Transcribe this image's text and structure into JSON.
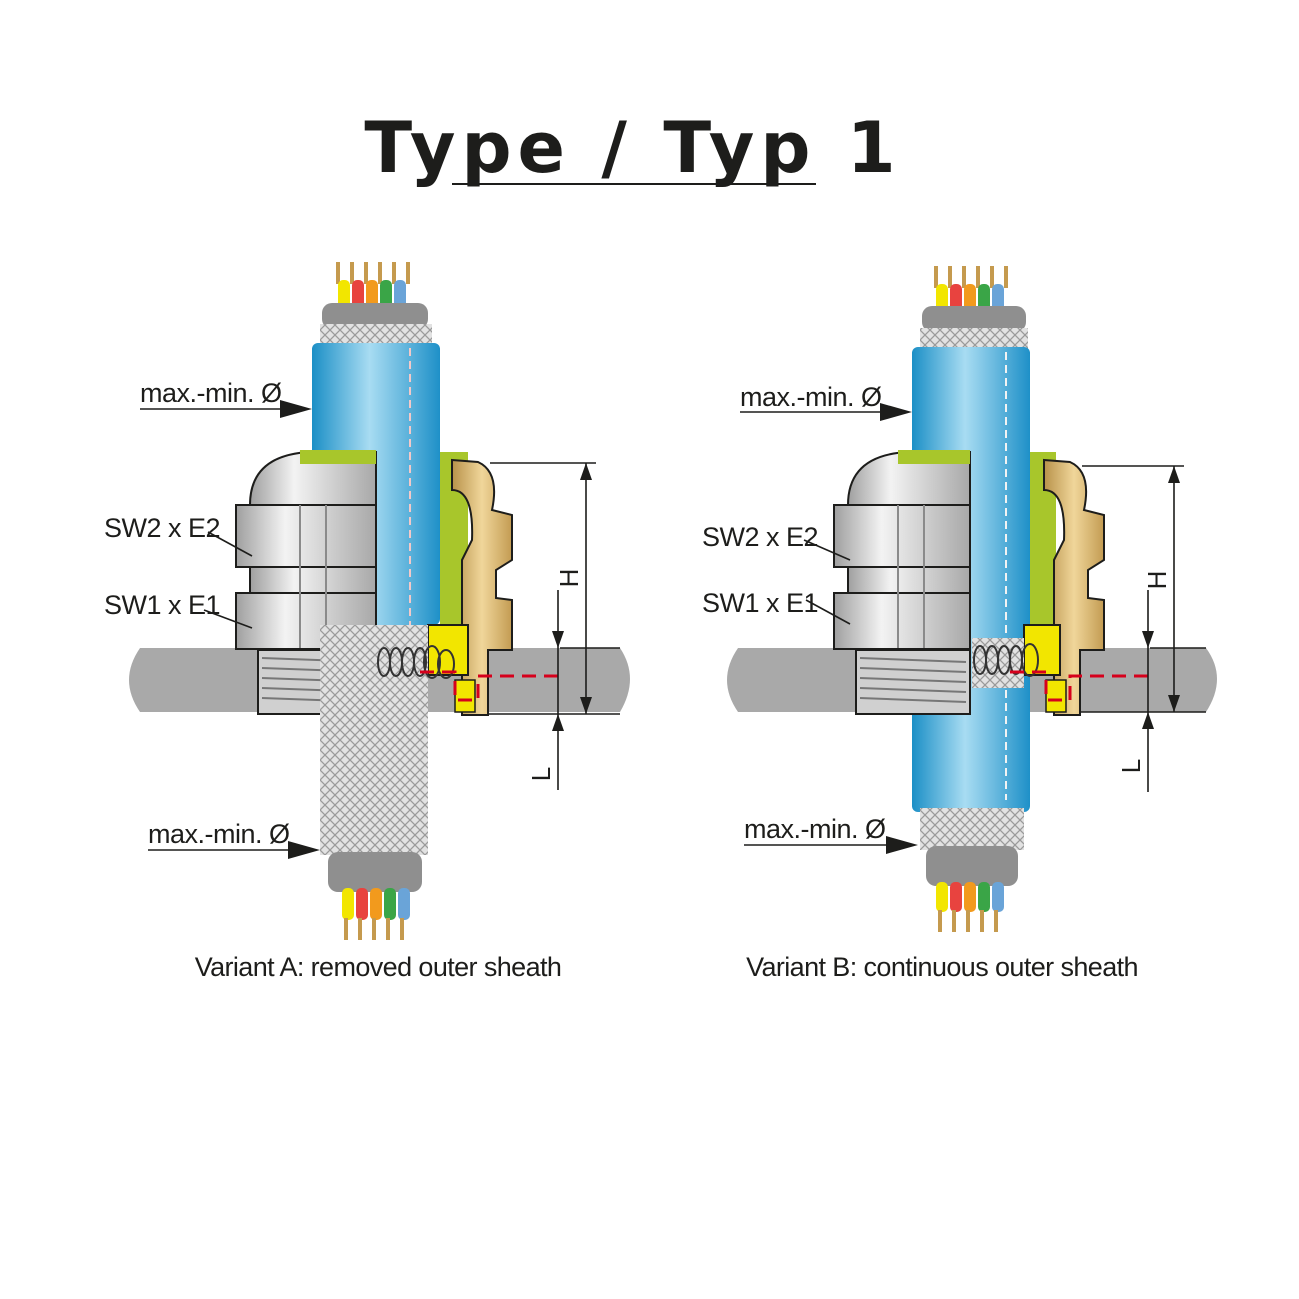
{
  "title": "Type / Typ 1",
  "variants": [
    {
      "id": "a",
      "caption": "Variant A: removed outer sheath",
      "label_top_diameter": "max.-min. Ø",
      "label_bottom_diameter": "max.-min. Ø",
      "label_sw2": "SW2 x E2",
      "label_sw1": "SW1 x E1",
      "dim_h": "H",
      "dim_l": "L"
    },
    {
      "id": "b",
      "caption": "Variant B: continuous outer sheath",
      "label_top_diameter": "max.-min. Ø",
      "label_bottom_diameter": "max.-min. Ø",
      "label_sw2": "SW2 x E2",
      "label_sw1": "SW1 x E1",
      "dim_h": "H",
      "dim_l": "L"
    }
  ],
  "colors": {
    "sheath_blue": "#3aa9d9",
    "braid": "#d8d8d8",
    "nut_metal": "#cfcfcf",
    "seal_green": "#a8c62b",
    "brass": "#d8b46a",
    "contact_yellow": "#f2e600",
    "panel_grey": "#a9a9a9",
    "emc_line_red": "#d6001c"
  },
  "wire_colors": [
    "#f2e600",
    "#e8433f",
    "#f29a1d",
    "#3aa547",
    "#6aa4d8"
  ]
}
